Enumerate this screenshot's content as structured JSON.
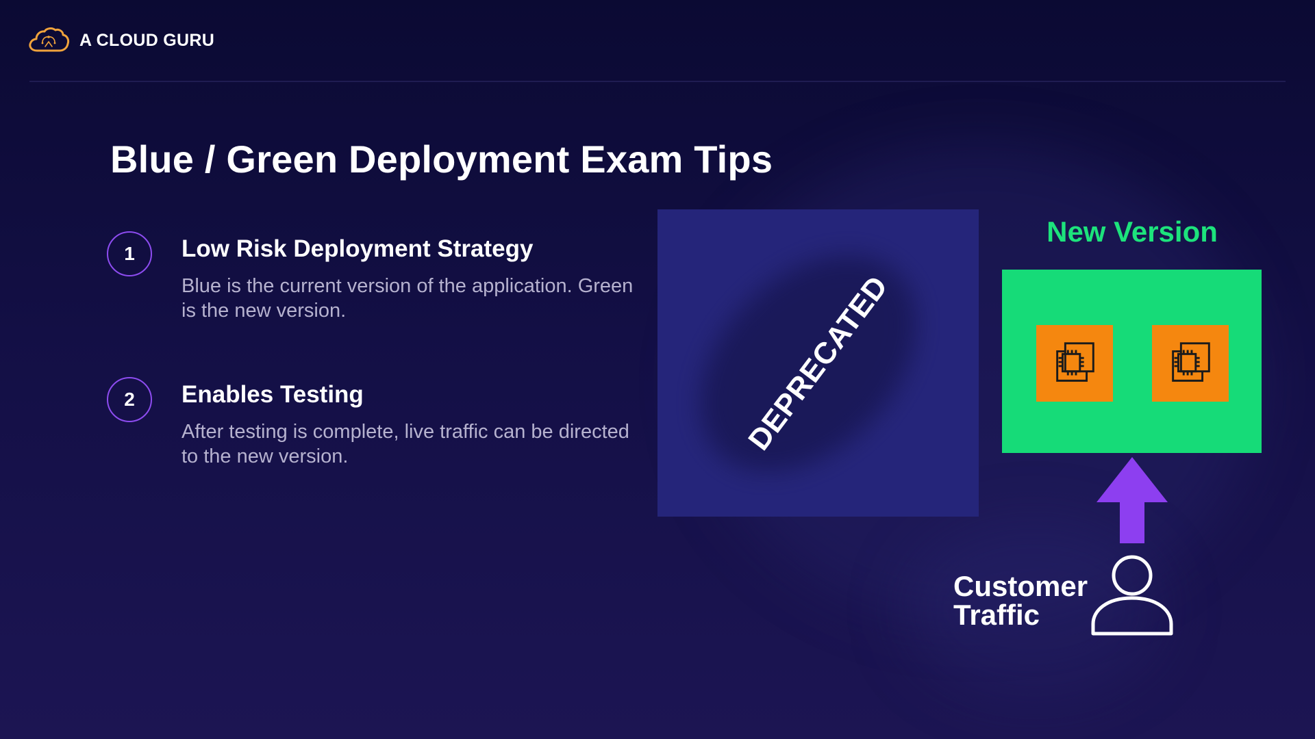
{
  "brand": {
    "name": "A CLOUD GURU",
    "logo_icon": "cloud-logo-icon",
    "logo_color": "#f0a33c"
  },
  "slide": {
    "title": "Blue / Green Deployment Exam Tips"
  },
  "tips": [
    {
      "number": "1",
      "heading": "Low Risk Deployment Strategy",
      "description": "Blue is the current version of the application. Green is the new version."
    },
    {
      "number": "2",
      "heading": "Enables Testing",
      "description": "After testing is complete, live traffic can be directed to the new version."
    }
  ],
  "diagram": {
    "deprecated_label": "DEPRECATED",
    "new_version_label": "New Version",
    "customer_traffic_line1": "Customer",
    "customer_traffic_line2": "Traffic",
    "instance_icon": "processor-chip-icon",
    "arrow_icon": "arrow-up-icon",
    "user_icon": "user-icon",
    "colors": {
      "blue_box": "#25257a",
      "green_box": "#16db78",
      "new_version_text": "#1de37c",
      "instance": "#f5870f",
      "arrow": "#8d3ff0",
      "accent_ring": "#8d4cf0"
    }
  }
}
